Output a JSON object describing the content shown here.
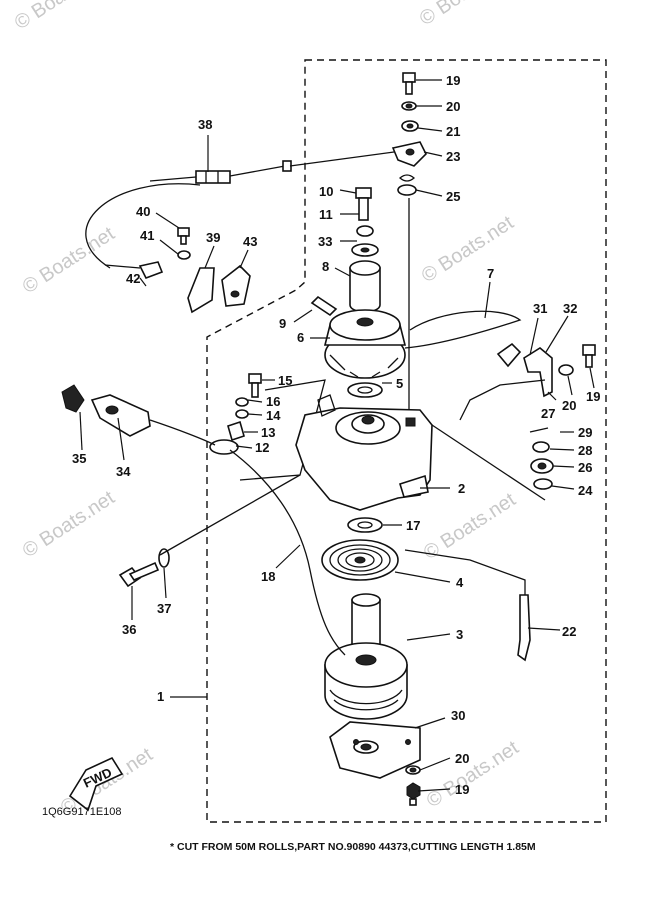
{
  "watermark": "© Boats.net",
  "diagram_code": "1Q6G9171E108",
  "footnote": "* CUT FROM 50M ROLLS,PART NO.90890 44373,CUTTING LENGTH 1.85M",
  "fwd_label": "FWD",
  "part_numbers": {
    "p1": "1",
    "p2": "2",
    "p3": "3",
    "p4": "4",
    "p5": "5",
    "p6": "6",
    "p7": "7",
    "p8": "8",
    "p9": "9",
    "p10": "10",
    "p11": "11",
    "p12": "12",
    "p13": "13",
    "p14": "14",
    "p15": "15",
    "p16": "16",
    "p17": "17",
    "p18": "18",
    "p19a": "19",
    "p19b": "19",
    "p19c": "19",
    "p20a": "20",
    "p20b": "20",
    "p20c": "20",
    "p21": "21",
    "p22": "22",
    "p23": "23",
    "p24": "24",
    "p25": "25",
    "p26": "26",
    "p27": "27",
    "p28": "28",
    "p29": "29",
    "p30": "30",
    "p31": "31",
    "p32": "32",
    "p33": "33",
    "p34": "34",
    "p35": "35",
    "p36": "36",
    "p37": "37",
    "p38": "38",
    "p39": "39",
    "p40": "40",
    "p41": "41",
    "p42": "42",
    "p43": "43"
  }
}
